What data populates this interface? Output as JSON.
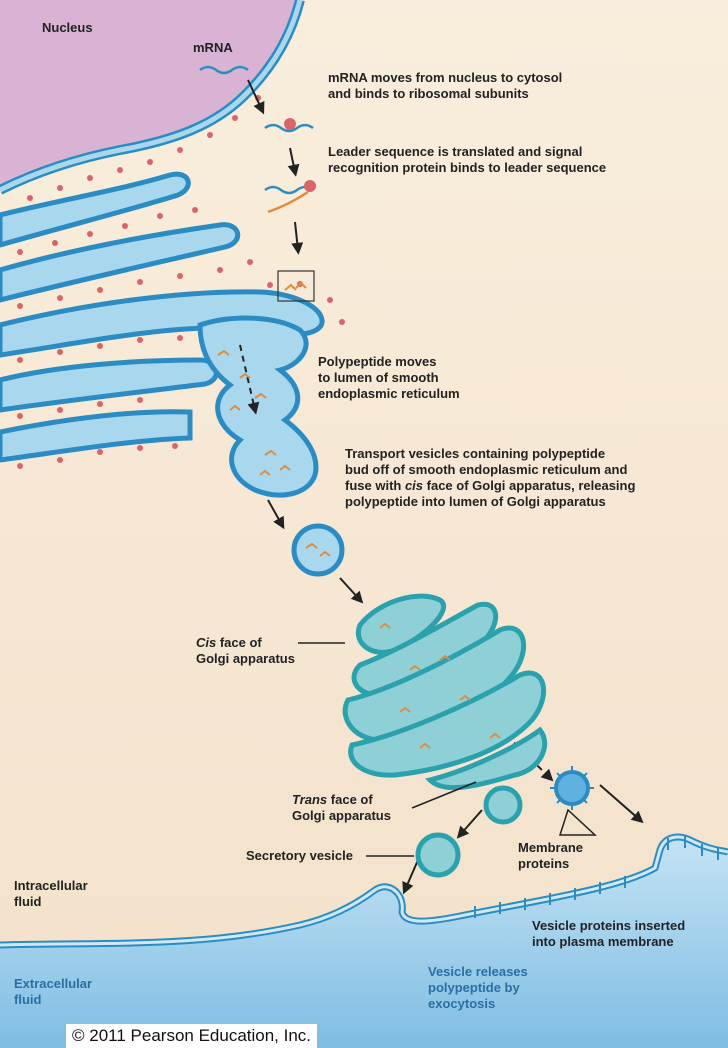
{
  "labels": {
    "nucleus": "Nucleus",
    "mrna": "mRNA",
    "step1_line1": "mRNA moves from nucleus to cytosol",
    "step1_line2": "and binds to ribosomal subunits",
    "step2_line1": "Leader sequence is translated and signal",
    "step2_line2": "recognition protein binds to leader sequence",
    "step3_line1": "Polypeptide moves",
    "step3_line2": "to lumen of smooth",
    "step3_line3": "endoplasmic reticulum",
    "step4_line1": "Transport vesicles containing polypeptide",
    "step4_line2": "bud off of smooth endoplasmic reticulum and",
    "step4_line3_pre": "fuse with ",
    "step4_line3_italic": "cis",
    "step4_line3_post": " face of Golgi apparatus, releasing",
    "step4_line4": "polypeptide into lumen of Golgi apparatus",
    "cis_italic": "Cis",
    "cis_rest": " face of",
    "cis_line2": "Golgi apparatus",
    "trans_italic": "Trans",
    "trans_rest": " face of",
    "trans_line2": "Golgi apparatus",
    "secretory_vesicle": "Secretory vesicle",
    "membrane_proteins_line1": "Membrane",
    "membrane_proteins_line2": "proteins",
    "intracellular_line1": "Intracellular",
    "intracellular_line2": "fluid",
    "extracellular_line1": "Extracellular",
    "extracellular_line2": "fluid",
    "vesicle_proteins_line1": "Vesicle proteins inserted",
    "vesicle_proteins_line2": "into plasma membrane",
    "exocytosis_line1": "Vesicle releases",
    "exocytosis_line2": "polypeptide by",
    "exocytosis_line3": "exocytosis",
    "copyright": "© 2011 Pearson Education, Inc."
  },
  "colors": {
    "cytosol": "#f6ead9",
    "nucleus": "#d8b3d4",
    "er_fill": "#a9d8ee",
    "er_stroke": "#2b8cc4",
    "ribosome": "#d9646a",
    "golgi_fill": "#8fd0d6",
    "golgi_stroke": "#2aa1ad",
    "extracellular": "#9ecfea",
    "polypeptide": "#e08c3a"
  }
}
